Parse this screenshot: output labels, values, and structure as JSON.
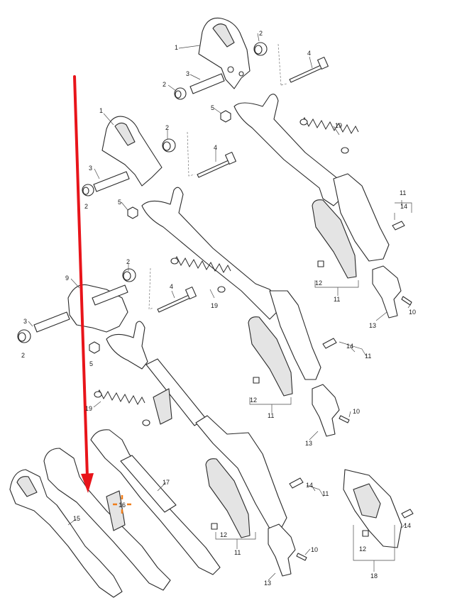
{
  "callouts": {
    "c1a": "1",
    "c2a": "2",
    "c3a": "3",
    "c2b": "2",
    "c4a": "4",
    "c5a": "5",
    "c19a": "19",
    "c1b": "1",
    "c2c": "2",
    "c3b": "3",
    "c2d": "2",
    "c4b": "4",
    "c5b": "5",
    "c11a": "11",
    "c14a": "14",
    "c12a": "12",
    "c11b": "11",
    "c13a": "13",
    "c10a": "10",
    "c2e": "2",
    "c9": "9",
    "c4c": "4",
    "c19b": "19",
    "c3c": "3",
    "c2f": "2",
    "c5c": "5",
    "c14b": "14",
    "c11c": "11",
    "c12b": "12",
    "c11d": "11",
    "c10b": "10",
    "c13b": "13",
    "c19c": "19",
    "c17": "17",
    "c16": "16",
    "c15": "15",
    "c14c": "14",
    "c11e": "11",
    "c12c": "12",
    "c11f": "11",
    "c10c": "10",
    "c13c": "13",
    "c14d": "14",
    "c12d": "12",
    "c18": "18"
  },
  "colors": {
    "arrow": "#e8141a",
    "marker": "#f07d19",
    "ink": "#2a2a2a"
  }
}
